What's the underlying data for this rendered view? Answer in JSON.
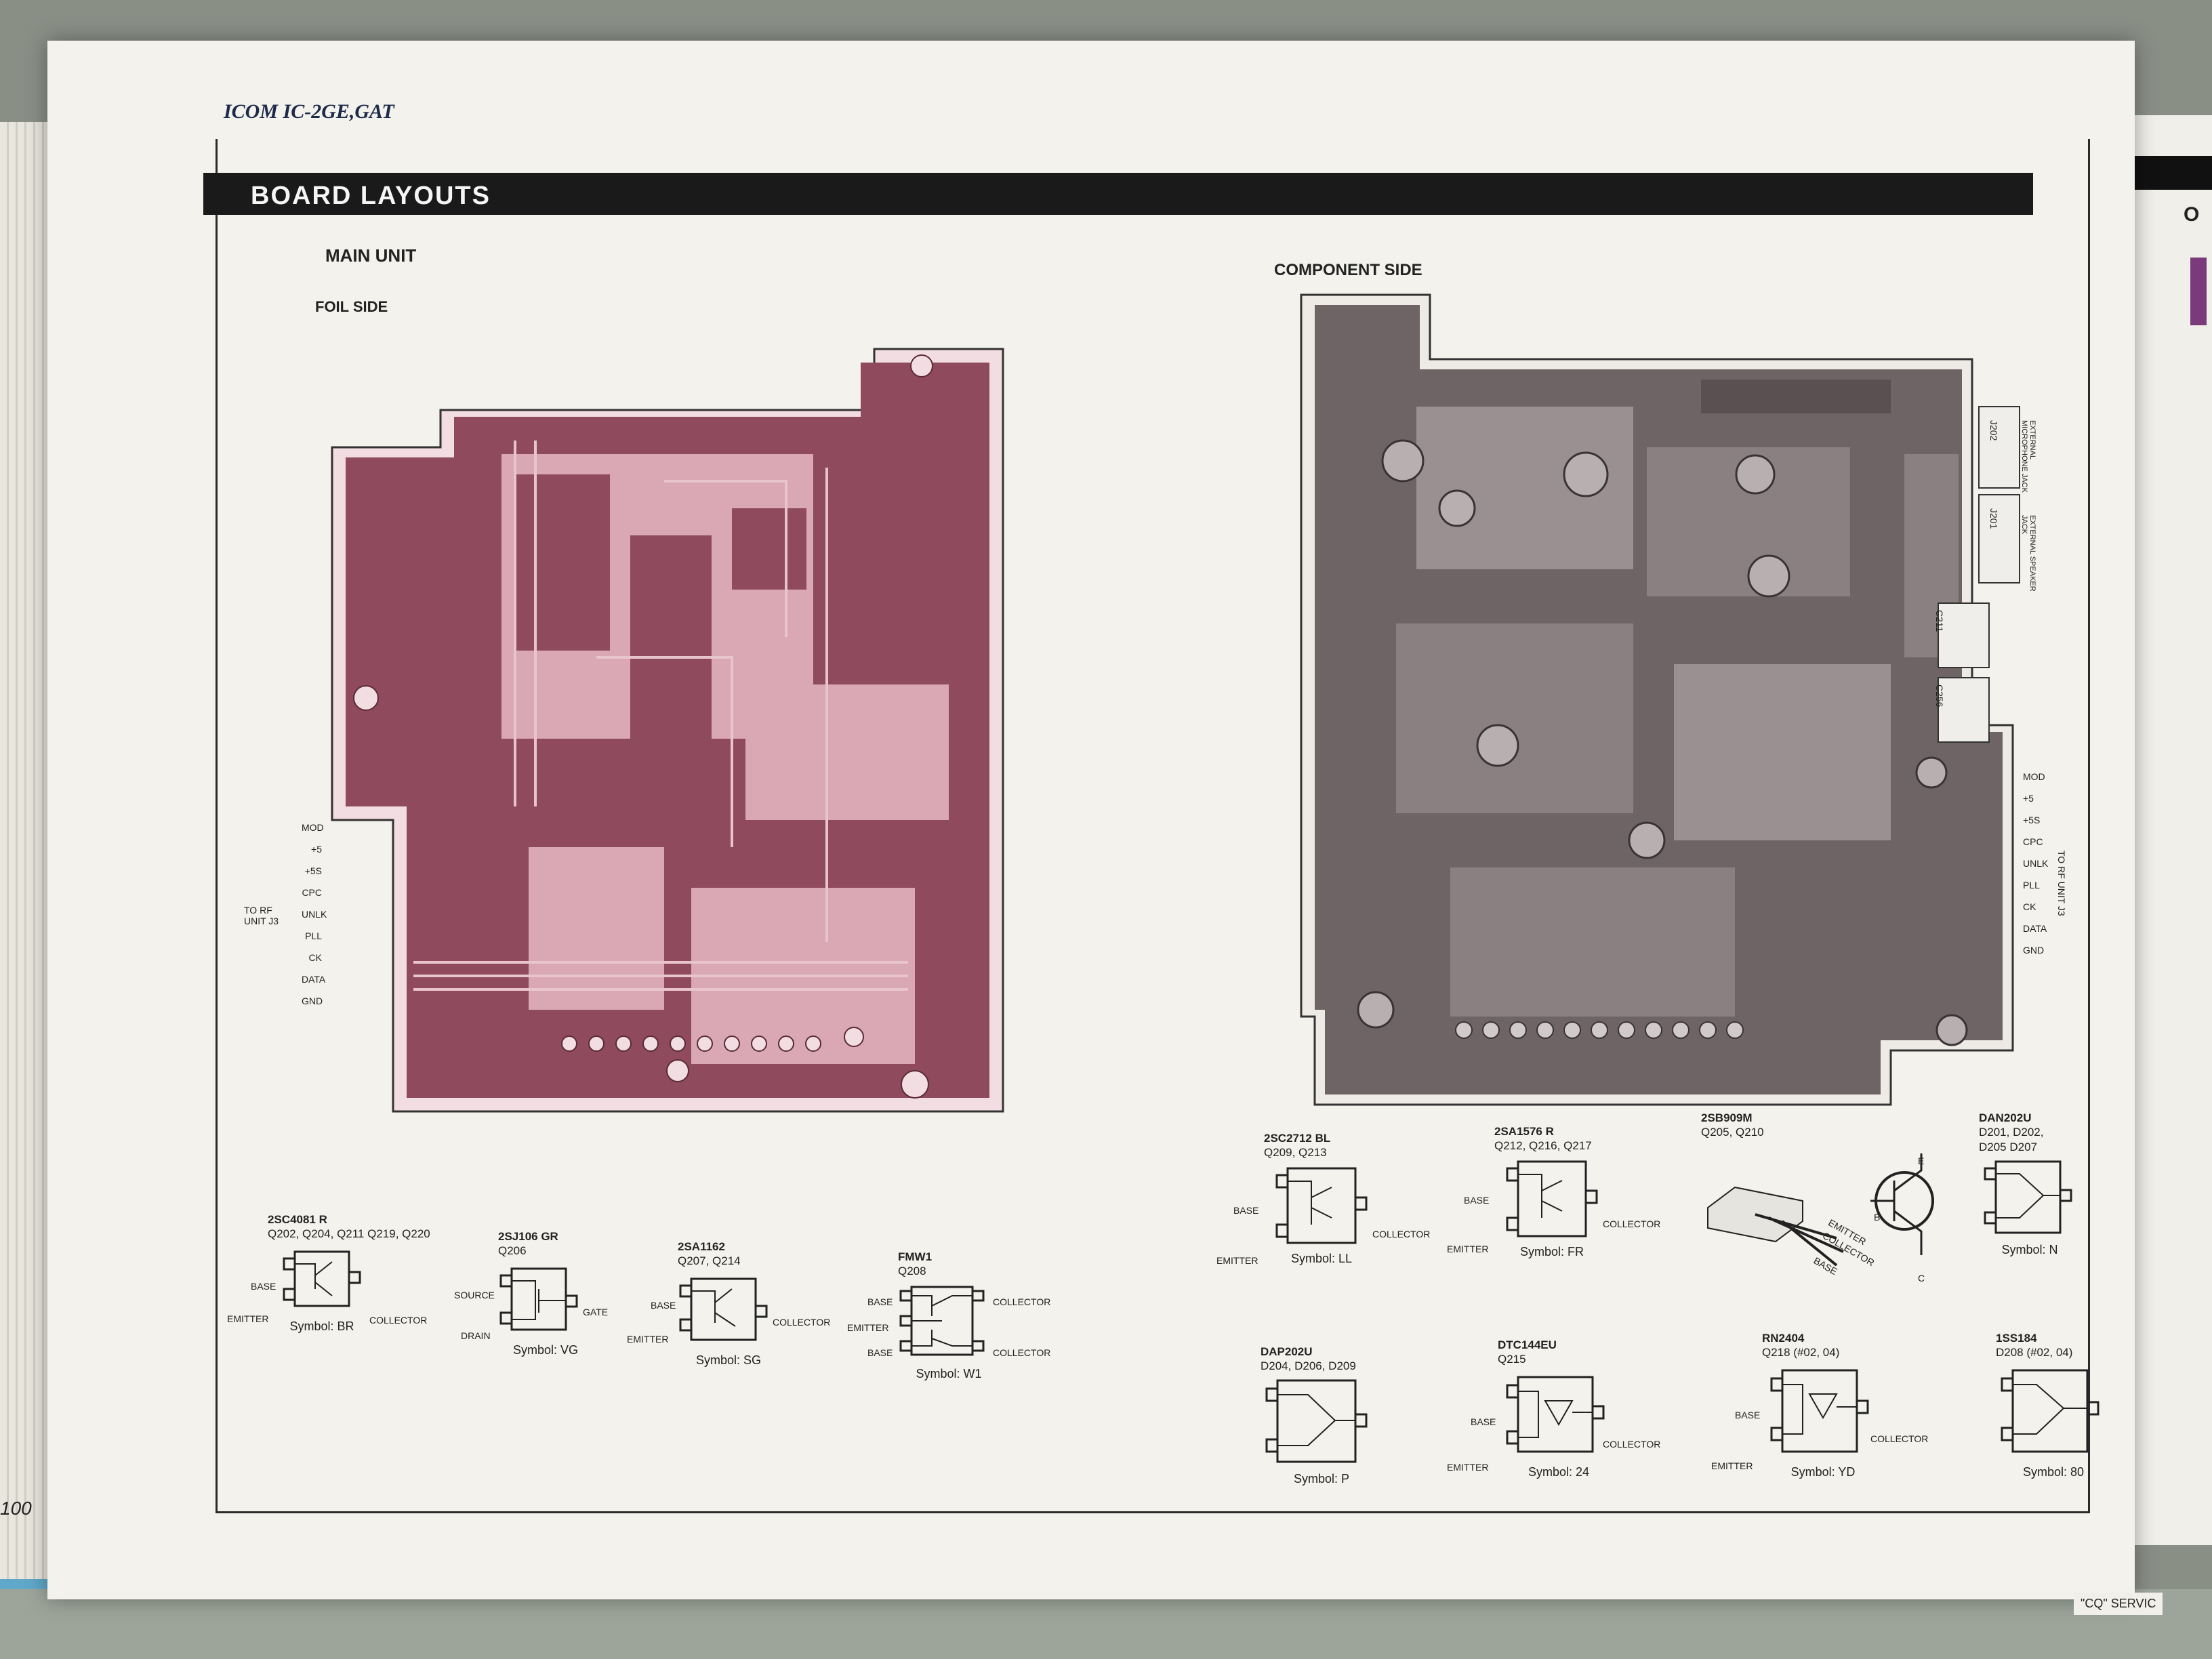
{
  "header": {
    "manual_title": "ICOM IC-2GE,GAT"
  },
  "section": {
    "title": "BOARD LAYOUTS",
    "unit": "MAIN UNIT"
  },
  "foil_side": {
    "label": "FOIL SIDE",
    "pins": [
      "MOD",
      "+5",
      "+5S",
      "CPC",
      "UNLK",
      "PLL",
      "CK",
      "DATA",
      "GND"
    ],
    "connector_label": "TO RF UNIT J3"
  },
  "component_side": {
    "label": "COMPONENT SIDE",
    "pins": [
      "MOD",
      "+5",
      "+5S",
      "CPC",
      "UNLK",
      "PLL",
      "CK",
      "DATA",
      "GND"
    ],
    "connector_label": "TO RF UNIT J3",
    "jacks": [
      "EXTERNAL MICROPHONE JACK",
      "EXTERNAL SPEAKER JACK"
    ],
    "jack_ids": [
      "J202",
      "J201"
    ],
    "caps": [
      "C211",
      "C256"
    ]
  },
  "parts_left": [
    {
      "part": "2SC4081 R",
      "refs": "Q202, Q204, Q211 Q219, Q220",
      "symbol": "Symbol: BR",
      "pins": [
        "BASE",
        "EMITTER",
        "COLLECTOR"
      ]
    },
    {
      "part": "2SJ106 GR",
      "refs": "Q206",
      "symbol": "Symbol: VG",
      "pins": [
        "SOURCE",
        "DRAIN",
        "GATE"
      ]
    },
    {
      "part": "2SA1162",
      "refs": "Q207, Q214",
      "symbol": "Symbol: SG",
      "pins": [
        "BASE",
        "EMITTER",
        "COLLECTOR"
      ]
    },
    {
      "part": "FMW1",
      "refs": "Q208",
      "symbol": "Symbol: W1",
      "pins": [
        "BASE",
        "EMITTER",
        "BASE",
        "COLLECTOR",
        "COLLECTOR"
      ]
    }
  ],
  "parts_right_top": [
    {
      "part": "2SC2712 BL",
      "refs": "Q209, Q213",
      "symbol": "Symbol: LL",
      "pins": [
        "BASE",
        "EMITTER",
        "COLLECTOR"
      ]
    },
    {
      "part": "2SA1576 R",
      "refs": "Q212, Q216, Q217",
      "symbol": "Symbol: FR",
      "pins": [
        "BASE",
        "EMITTER",
        "COLLECTOR"
      ]
    },
    {
      "part": "2SB909M",
      "refs": "Q205, Q210",
      "symbol": "",
      "pins": [
        "E",
        "B",
        "C",
        "EMITTER",
        "COLLECTOR",
        "BASE"
      ]
    },
    {
      "part": "DAN202U",
      "refs": "D201, D202, D205 D207",
      "symbol": "Symbol: N",
      "pins": []
    }
  ],
  "parts_right_bottom": [
    {
      "part": "DAP202U",
      "refs": "D204, D206, D209",
      "symbol": "Symbol: P",
      "pins": []
    },
    {
      "part": "DTC144EU",
      "refs": "Q215",
      "symbol": "Symbol: 24",
      "pins": [
        "BASE",
        "EMITTER",
        "COLLECTOR"
      ]
    },
    {
      "part": "RN2404",
      "refs": "Q218 (#02, 04)",
      "symbol": "Symbol: YD",
      "pins": [
        "BASE",
        "EMITTER",
        "COLLECTOR"
      ]
    },
    {
      "part": "1SS184",
      "refs": "D208 (#02, 04)",
      "symbol": "Symbol: 80",
      "pins": []
    }
  ],
  "footer": {
    "page_number": "100",
    "right_tab": "\"CQ\" SERVIC"
  },
  "side_letter": "O",
  "colors": {
    "foil": "#8f4a5e",
    "foil_light": "#d9a8b4",
    "component": "#6f6465",
    "band": "#1a1a1a",
    "page": "#f3f2ec"
  }
}
